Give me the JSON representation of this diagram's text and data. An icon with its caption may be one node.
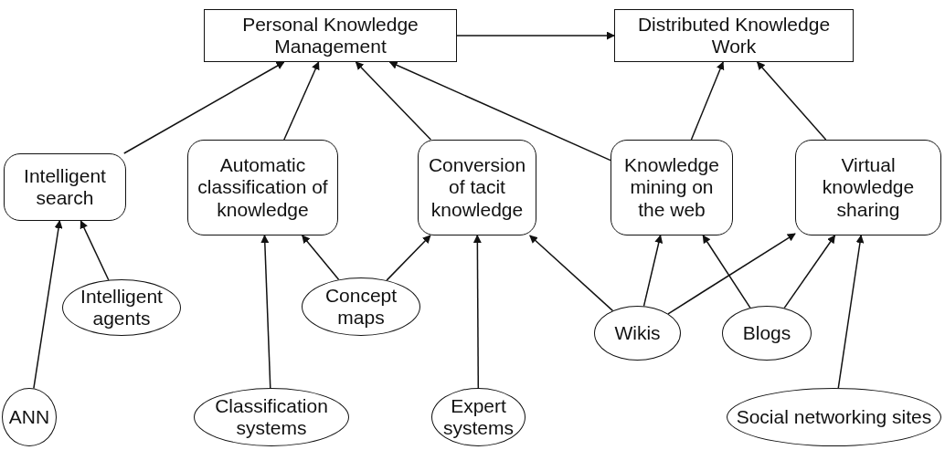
{
  "diagram": {
    "nodes": [
      {
        "text": [
          "Personal Knowledge Management"
        ]
      },
      {
        "text": [
          "Distributed Knowledge Work"
        ]
      },
      {
        "text": [
          "Intelligent search"
        ]
      },
      {
        "text": [
          "Automatic classification of knowledge"
        ]
      },
      {
        "text": [
          "Conversion of tacit knowledge"
        ]
      },
      {
        "text": [
          "Knowledge mining on the web"
        ]
      },
      {
        "text": [
          "Virtual knowledge sharing"
        ]
      },
      {
        "text": [
          "Intelligent agents"
        ]
      },
      {
        "text": [
          "Concept maps"
        ]
      },
      {
        "text": [
          "Wikis"
        ]
      },
      {
        "text": [
          "Blogs"
        ]
      },
      {
        "text": [
          "ANN"
        ]
      },
      {
        "text": [
          "Classification systems"
        ]
      },
      {
        "text": [
          "Expert systems"
        ]
      },
      {
        "text": [
          "Social networking sites"
        ]
      }
    ],
    "edges": [
      {
        "from": 0,
        "to": 1,
        "arrow": "to"
      },
      {
        "from": 2,
        "to": 0,
        "arrow": "to"
      },
      {
        "from": 3,
        "to": 0,
        "arrow": "to"
      },
      {
        "from": 4,
        "to": 0,
        "arrow": "to"
      },
      {
        "from": 5,
        "to": 0,
        "arrow": "to"
      },
      {
        "from": 5,
        "to": 1,
        "arrow": "to"
      },
      {
        "from": 6,
        "to": 1,
        "arrow": "to"
      },
      {
        "from": 11,
        "to": 2,
        "arrow": "to"
      },
      {
        "from": 7,
        "to": 2,
        "arrow": "to"
      },
      {
        "from": 12,
        "to": 3,
        "arrow": "to"
      },
      {
        "from": 8,
        "to": 3,
        "arrow": "to"
      },
      {
        "from": 8,
        "to": 4,
        "arrow": "to"
      },
      {
        "from": 13,
        "to": 4,
        "arrow": "to"
      },
      {
        "from": 9,
        "to": 4,
        "arrow": "to"
      },
      {
        "from": 9,
        "to": 5,
        "arrow": "to"
      },
      {
        "from": 9,
        "to": 6,
        "arrow": "to"
      },
      {
        "from": 10,
        "to": 5,
        "arrow": "to"
      },
      {
        "from": 10,
        "to": 6,
        "arrow": "to"
      },
      {
        "from": 14,
        "to": 6,
        "arrow": "to"
      }
    ]
  }
}
